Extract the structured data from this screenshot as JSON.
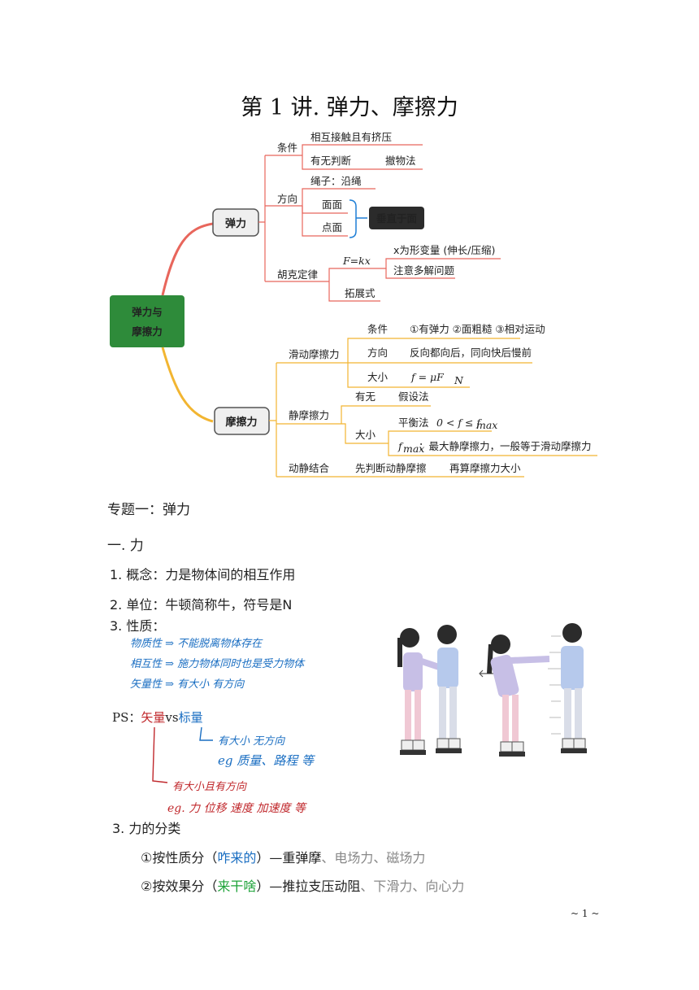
{
  "title": "第 1 讲. 弹力、摩擦力",
  "mindmap": {
    "root": "弹力与\n摩擦力",
    "root_line1": "弹力与",
    "root_line2": "摩擦力",
    "elastic": {
      "label": "弹力",
      "condition": {
        "label": "条件",
        "items": [
          "相互接触且有挤压",
          "有无判断",
          "撤物法"
        ]
      },
      "direction": {
        "label": "方向",
        "items": [
          "绳子：沿绳",
          "面面",
          "点面"
        ],
        "callout": "垂直于面"
      },
      "hooke": {
        "label": "胡克定律",
        "formula": "F=kx",
        "items": [
          "x为形变量 (伸长/压缩)",
          "注意多解问题"
        ],
        "extend": "拓展式"
      }
    },
    "friction": {
      "label": "摩擦力",
      "sliding": {
        "label": "滑动摩擦力",
        "condition": {
          "label": "条件",
          "value": "①有弹力 ②面粗糙 ③相对运动"
        },
        "direction": {
          "label": "方向",
          "value": "反向都向后，同向快后慢前"
        },
        "magnitude": {
          "label": "大小",
          "value": "f = μF"
        }
      },
      "static": {
        "label": "静摩擦力",
        "existence": {
          "label": "有无",
          "value": "假设法"
        },
        "magnitude": {
          "label": "大小",
          "balance": "平衡法",
          "balance_formula": "0 < f ≤ f",
          "fmax": "f",
          "fmax_note": "：最大静摩擦力，一般等于滑动摩擦力"
        }
      },
      "kinetic_static": {
        "label": "动静结合",
        "steps": [
          "先判断动静摩擦",
          "再算摩擦力大小"
        ]
      }
    },
    "colors": {
      "elastic": "#e8665c",
      "friction": "#f2b531",
      "root": "#2e8b3a",
      "callout": "#2b2b2b",
      "bracket": "#1e7fd6"
    }
  },
  "section": {
    "topic": "专题一：弹力",
    "heading": "一.  力",
    "items": [
      {
        "label": "1. 概念：力是物体间的相互作用"
      },
      {
        "label": "2. 单位：牛顿简称牛，符号是N"
      },
      {
        "label": "3. 性质："
      }
    ],
    "properties": [
      "物质性 ⇒ 不能脱离物体存在",
      "相互性 ⇒ 施力物体同时也是受力物体",
      "矢量性 ⇒ 有大小 有方向"
    ],
    "ps": {
      "label": "PS：",
      "vector": "矢量",
      "vs": "vs",
      "scalar": "标量",
      "scalar_note1": "有大小 无方向",
      "scalar_note2": "eg 质量、路程 等",
      "vector_note1": "有大小且有方向",
      "vector_note2": "eg. 力  位移 速度 加速度 等"
    },
    "classification": {
      "title": "3. 力的分类",
      "by_nature": {
        "prefix": "①按性质分（",
        "highlight": "咋来的",
        "suffix": "）—重弹摩",
        "gray": "、电场力、磁场力"
      },
      "by_effect": {
        "prefix": "②按效果分（",
        "highlight": "来干啥",
        "suffix": "）—推拉支压动阻",
        "gray": "、下滑力、向心力"
      }
    }
  },
  "page_number": "~ 1 ~"
}
